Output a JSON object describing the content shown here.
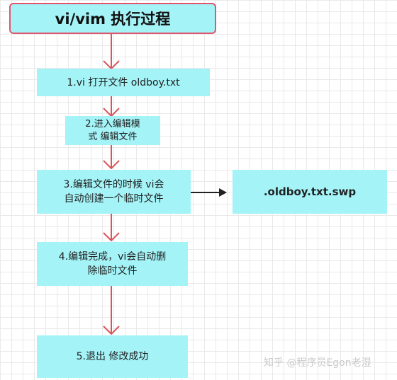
{
  "title": "vi/vim 执行过程",
  "steps": [
    {
      "line1": "1.vi 打开文件 oldboy.txt",
      "line2": ""
    },
    {
      "line1": "2.进入编辑模",
      "line2": "式 编辑文件"
    },
    {
      "line1": "3.编辑文件的时候 vi会",
      "line2": "自动创建一个临时文件"
    },
    {
      "line1": "4.编辑完成，vi会自动删",
      "line2": "除临时文件"
    },
    {
      "line1": "5.退出 修改成功",
      "line2": ""
    }
  ],
  "temp_file": ".oldboy.txt.swp",
  "watermark": "知乎 @程序员Egon老湿",
  "colors": {
    "box_fill": "#a3f3f7",
    "arrow_down": "#d9545a",
    "arrow_right": "#222222",
    "title_border": "#e0566d"
  }
}
